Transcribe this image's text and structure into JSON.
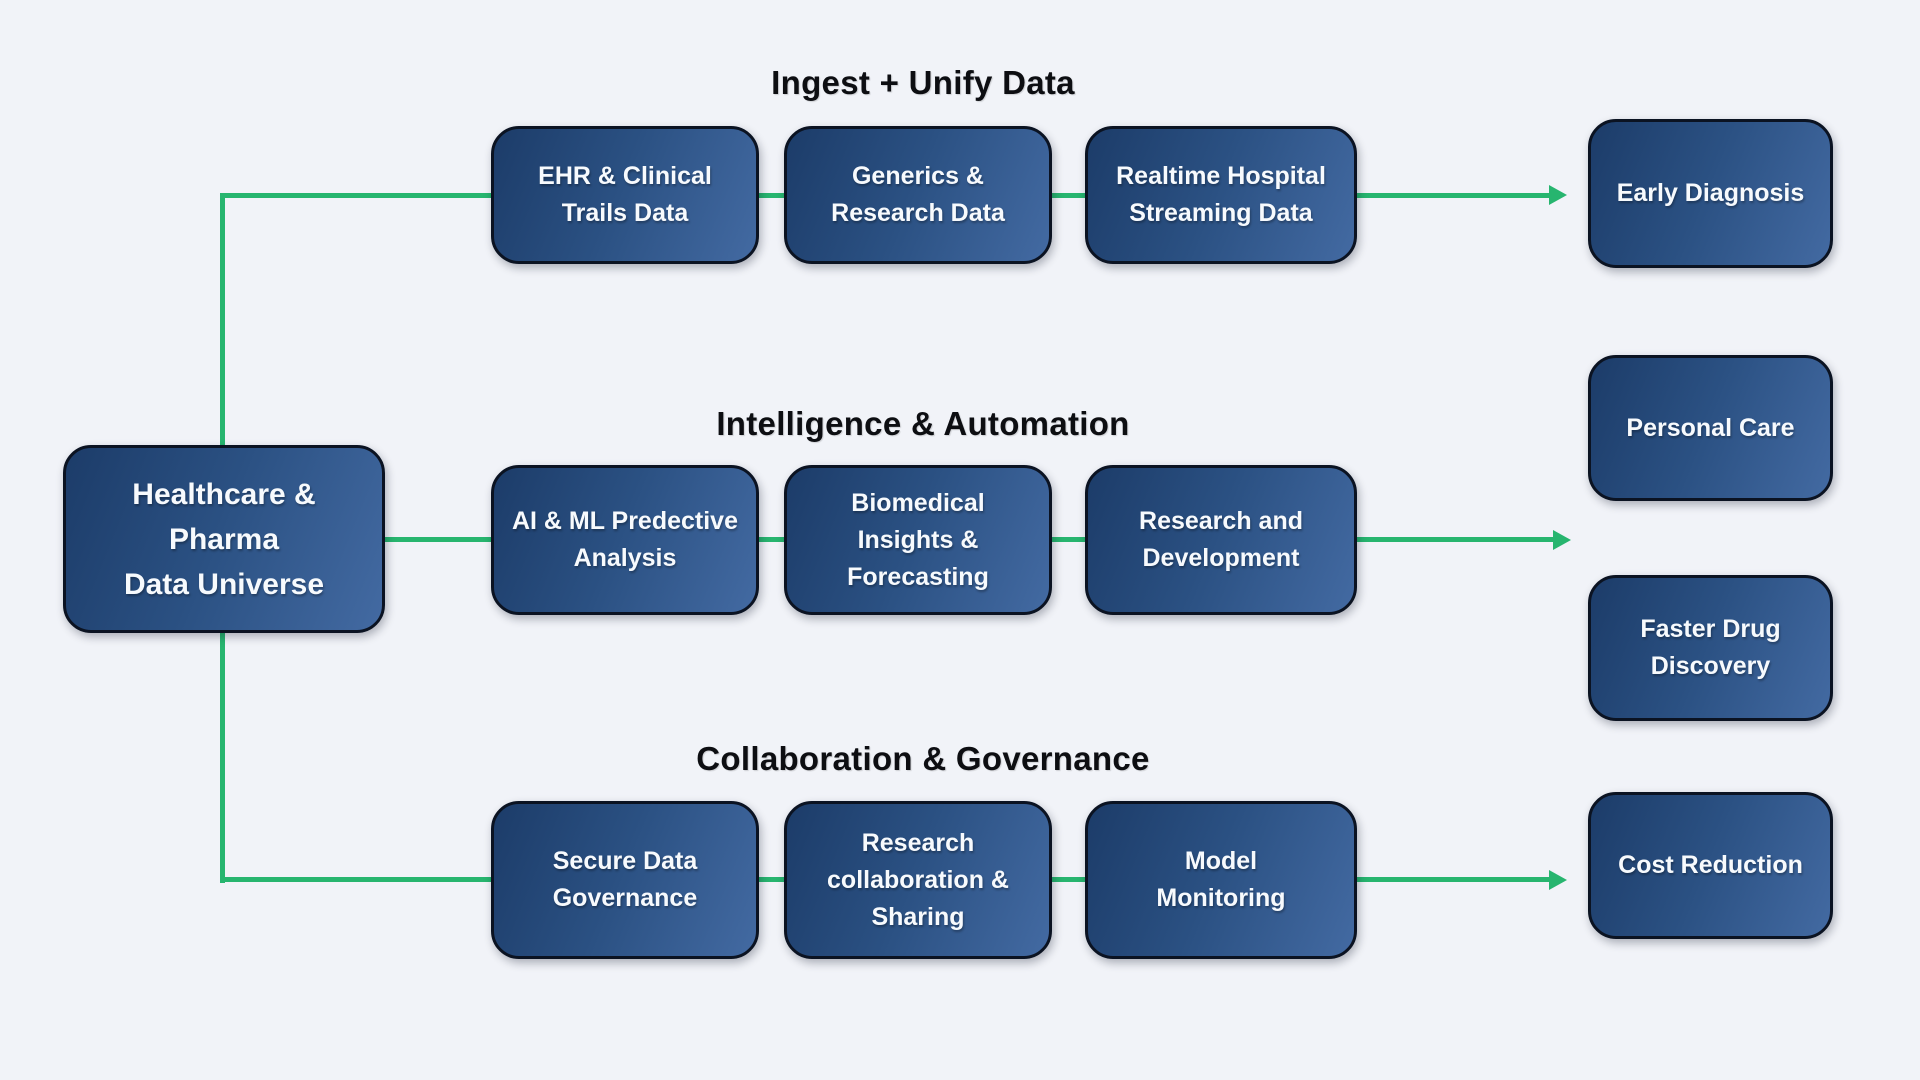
{
  "diagram": {
    "hub": {
      "label": "Healthcare &\nPharma\nData Universe"
    },
    "rows": [
      {
        "title": "Ingest + Unify Data",
        "steps": [
          "EHR & Clinical\nTrails Data",
          "Generics &\nResearch Data",
          "Realtime Hospital\nStreaming Data"
        ],
        "outcome": "Early Diagnosis"
      },
      {
        "title": "Intelligence & Automation",
        "steps": [
          "AI & ML Predective\nAnalysis",
          "Biomedical\nInsights &\nForecasting",
          "Research and\nDevelopment"
        ],
        "outcomes": [
          "Personal Care",
          "Faster Drug\nDiscovery"
        ]
      },
      {
        "title": "Collaboration & Governance",
        "steps": [
          "Secure Data\nGovernance",
          "Research\ncollaboration &\nSharing",
          "Model\nMonitoring"
        ],
        "outcome": "Cost Reduction"
      }
    ],
    "palette": {
      "background": "#f1f3f8",
      "node_gradient_start": "#1c3c69",
      "node_gradient_mid": "#2b5183",
      "node_gradient_end": "#436aa2",
      "node_border": "#0b1322",
      "node_text": "#f7fafd",
      "connector_green": "#27b56f",
      "title_text": "#0d0e12"
    }
  }
}
